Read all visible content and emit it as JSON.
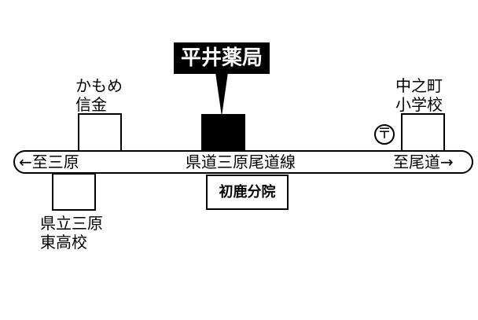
{
  "title": "平井薬局",
  "road": {
    "name": "県道三原尾道線",
    "left_direction": "←至三原",
    "right_direction": "至尾道→"
  },
  "landmarks": {
    "kamome": "かもめ\n信金",
    "nakanocho": "中之町\n小学校",
    "higashi_high": "県立三原\n東高校",
    "hatsushika": "初鹿分院",
    "post_office_symbol": "〒"
  },
  "icons": [
    "post-office-icon",
    "arrow-left-icon",
    "arrow-right-icon"
  ]
}
